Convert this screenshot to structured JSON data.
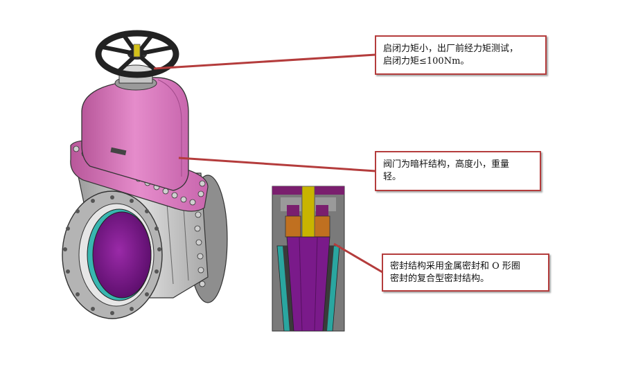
{
  "callouts": {
    "torque": {
      "line1": "启闭力矩小，出厂前经力矩测试，",
      "line2": "启闭力矩≤100Nm。"
    },
    "structure": {
      "line1": "阀门为暗杆结构，高度小，重量",
      "line2": "轻。"
    },
    "seal": {
      "line1": "密封结构采用金属密封和 O 形圈",
      "line2": "密封的复合型密封结构。"
    }
  },
  "colors": {
    "callout_border": "#b43c3c",
    "leader_line": "#b43c3c",
    "bonnet": "#d873b8",
    "disc": "#7a1a8a",
    "body": "#c9c9c9",
    "stem": "#c8b400",
    "nut": "#c07020",
    "seal_ring": "#2aa6a0"
  },
  "icons": [
    "handwheel-icon",
    "gate-valve-drawing",
    "seal-section-drawing"
  ]
}
